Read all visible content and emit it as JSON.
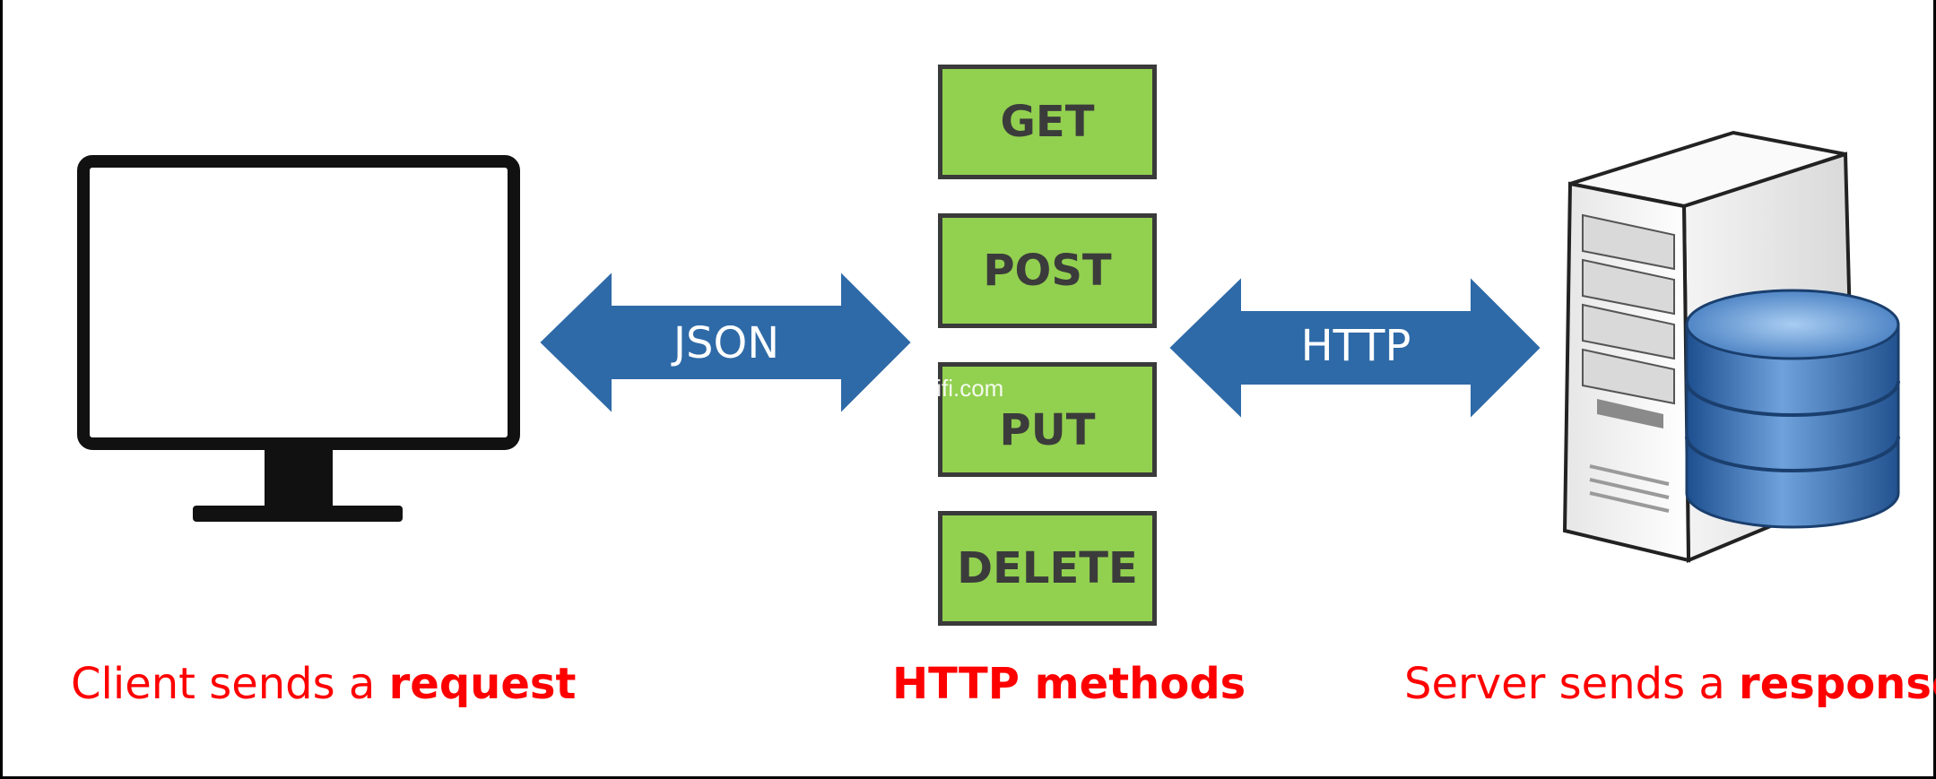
{
  "arrows": {
    "left_label": "JSON",
    "right_label": "HTTP"
  },
  "methods": [
    "GET",
    "POST",
    "PUT",
    "DELETE"
  ],
  "captions": {
    "client_prefix": "Client sends a ",
    "client_bold": "request",
    "methods_title": "HTTP methods",
    "server_prefix": "Server sends a ",
    "server_bold": "response"
  },
  "watermark": "tifi.com",
  "icons": {
    "client": "monitor-icon",
    "server": "server-tower-icon",
    "database": "database-cylinder-icon"
  },
  "colors": {
    "method_fill": "#92d050",
    "arrow_fill": "#2e6aa7",
    "caption_red": "#ff0000"
  }
}
